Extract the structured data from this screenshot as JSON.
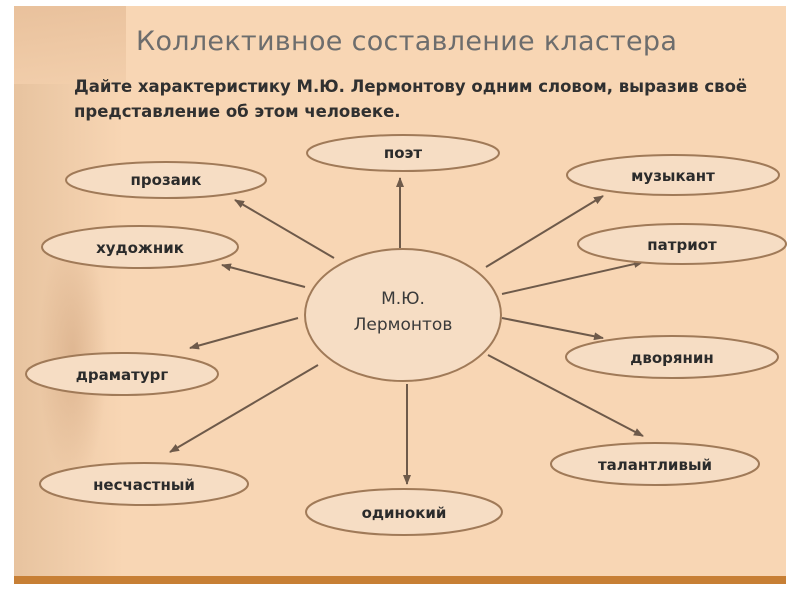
{
  "title": "Коллективное составление кластера",
  "instruction": "Дайте характеристику М.Ю. Лермонтову одним словом, выразив своё представление об этом человеке.",
  "center": {
    "line1": "М.Ю.",
    "line2": "Лермонтов"
  },
  "nodes": {
    "poet": "поэт",
    "prozaik": "прозаик",
    "musician": "музыкант",
    "artist": "художник",
    "patriot": "патриот",
    "playwright": "драматург",
    "nobleman": "дворянин",
    "unhappy": "несчастный",
    "talented": "талантливый",
    "lonely": "одинокий"
  },
  "colors": {
    "background": "#f8d6b4",
    "ellipse_fill": "#f6ddc4",
    "ellipse_stroke": "#a07a58",
    "arrow": "#6e5a4a",
    "accent_bar": "#c77f35"
  }
}
